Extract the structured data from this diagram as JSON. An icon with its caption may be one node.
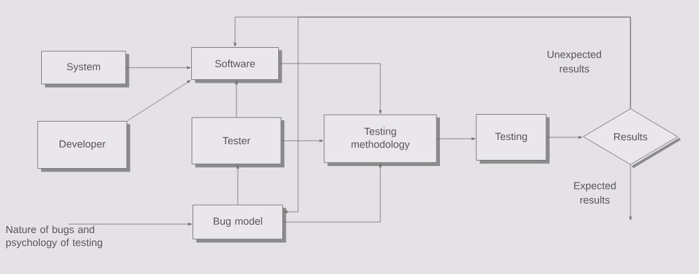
{
  "diagram": {
    "nodes": [
      {
        "text": [
          "System"
        ]
      },
      {
        "text": [
          "Software"
        ]
      },
      {
        "text": [
          "Developer"
        ]
      },
      {
        "text": [
          "Tester"
        ]
      },
      {
        "text": [
          "Testing methodology"
        ]
      },
      {
        "text": [
          "Testing"
        ]
      },
      {
        "text": [
          "Results"
        ]
      },
      {
        "text": [
          "Bug model"
        ]
      },
      {
        "text": [
          "Nature of bugs and psychology of testing"
        ]
      }
    ],
    "edges": [
      {
        "from": 0,
        "to": 1,
        "arrow": "to"
      },
      {
        "from": 2,
        "to": 1,
        "arrow": "to"
      },
      {
        "from": 1,
        "to": 4,
        "arrow": "to"
      },
      {
        "from": 3,
        "to": 1,
        "arrow": "to"
      },
      {
        "from": 3,
        "to": 4,
        "arrow": "to"
      },
      {
        "from": 7,
        "to": 3,
        "arrow": "to"
      },
      {
        "from": 7,
        "to": 4,
        "arrow": "to"
      },
      {
        "from": 4,
        "to": 5,
        "arrow": "to"
      },
      {
        "from": 5,
        "to": 6,
        "arrow": "to"
      },
      {
        "from": 6,
        "to": 1,
        "arrow": "to",
        "label": "Unexpected results"
      },
      {
        "from": 6,
        "to": 7,
        "arrow": "to"
      },
      {
        "from": 6,
        "to": null,
        "arrow": "to",
        "label": "Expected results"
      },
      {
        "from": 8,
        "to": 7,
        "arrow": "to"
      }
    ]
  }
}
